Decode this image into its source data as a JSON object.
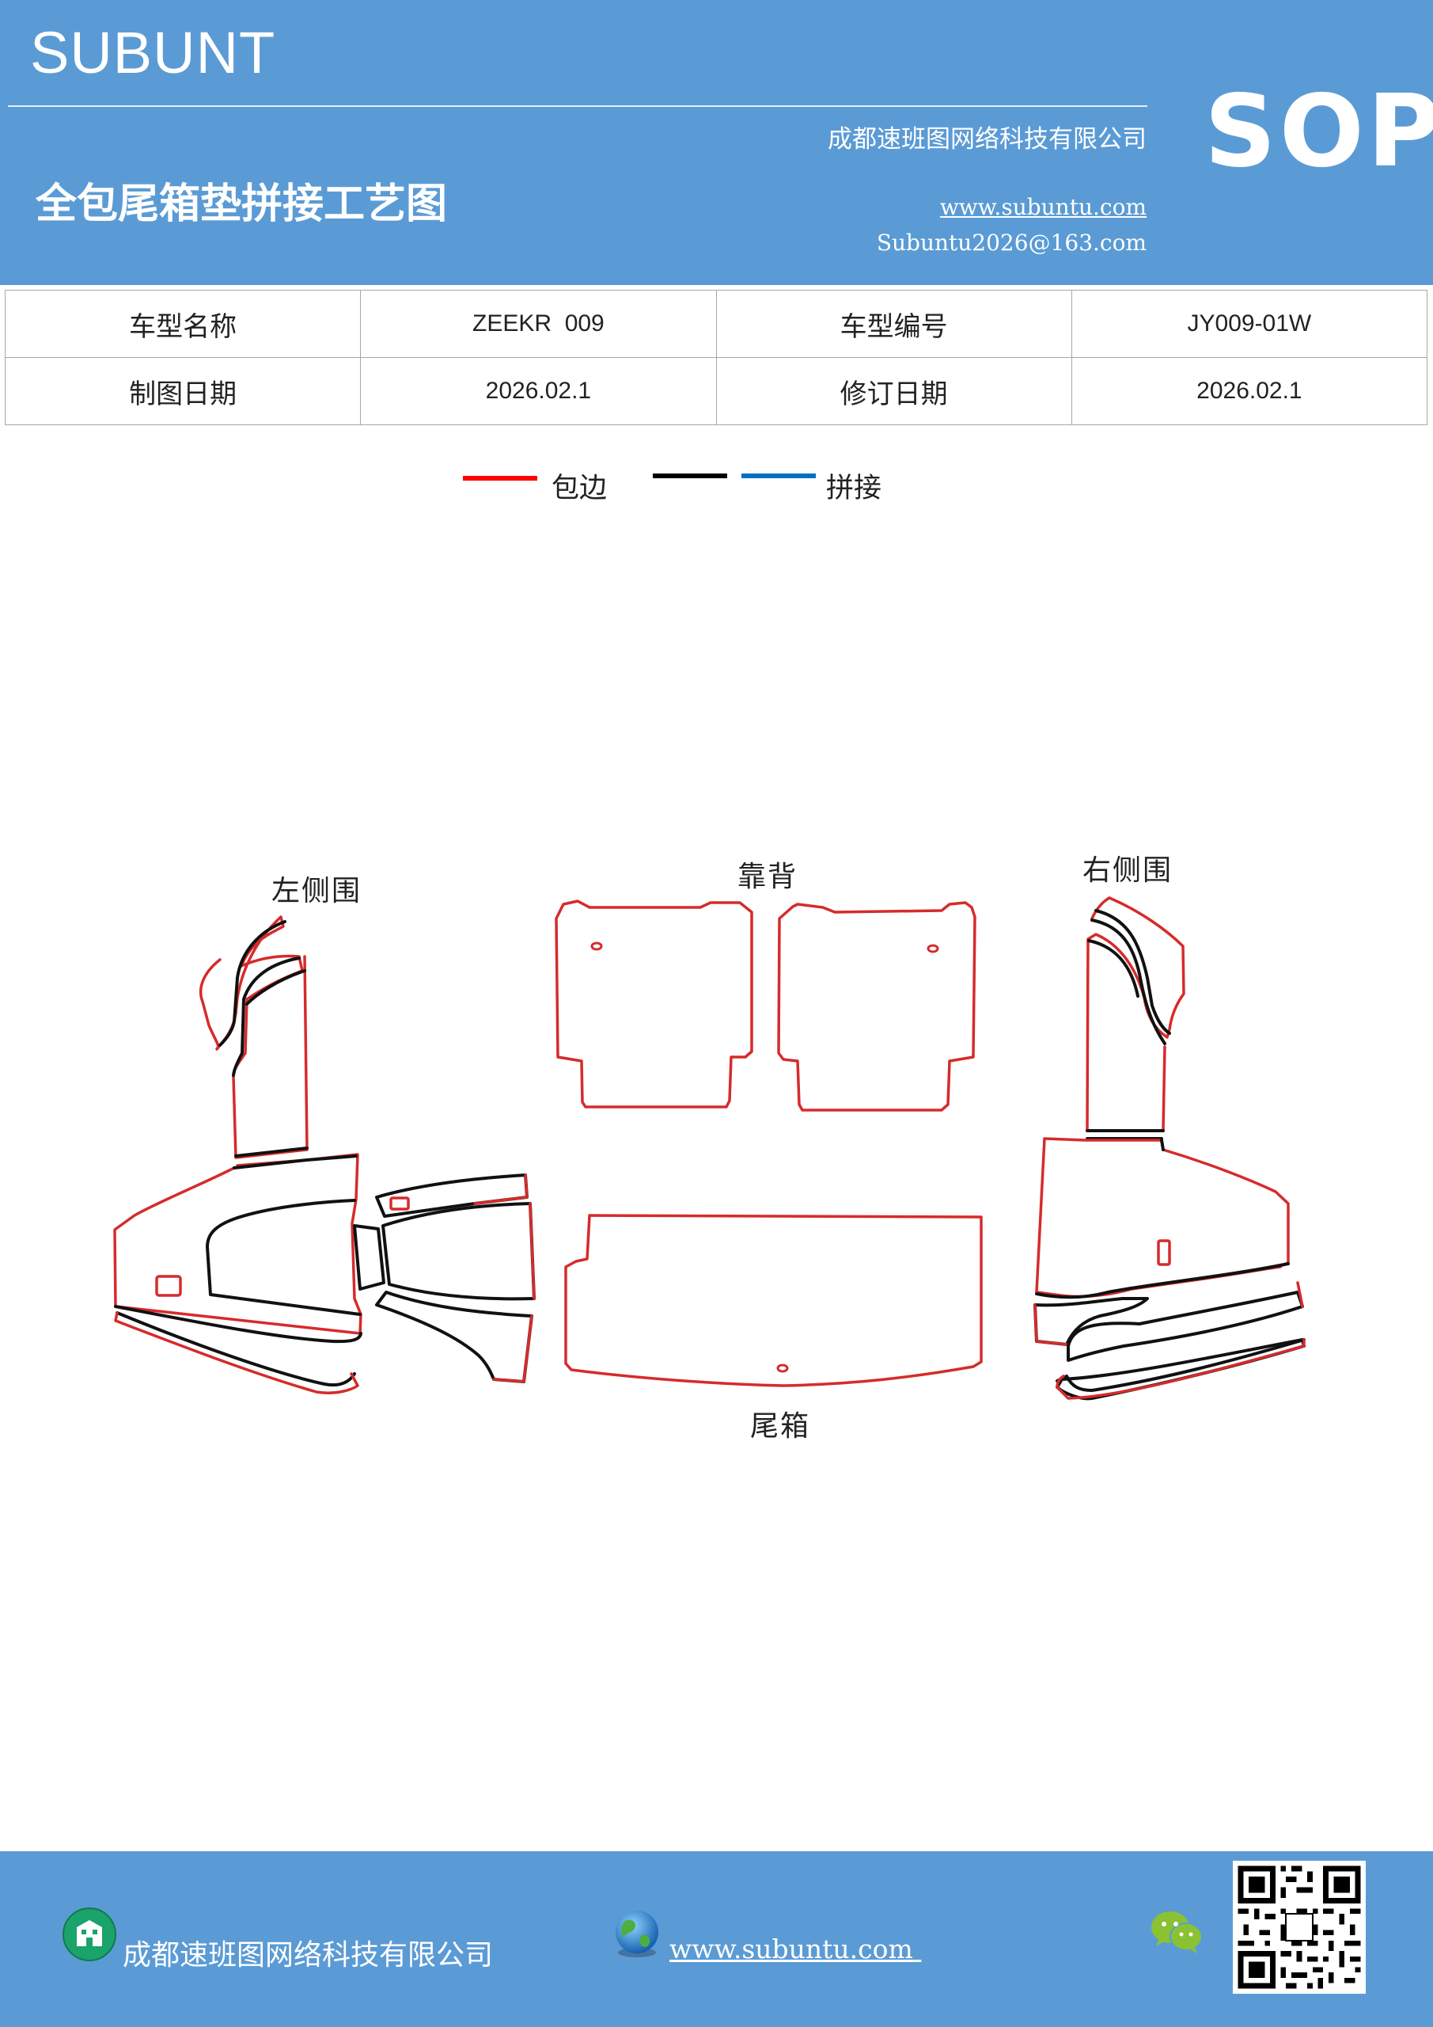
{
  "header": {
    "brand": "SUBUNT",
    "company": "成都速班图网络科技有限公司",
    "title": "全包尾箱垫拼接工艺图",
    "website": "www.subuntu.com",
    "email": "Subuntu2026@163.com",
    "logo_text": "SOP"
  },
  "info": {
    "model_name_label": "车型名称",
    "model_name_value": "ZEEKR  009",
    "model_no_label": "车型编号",
    "model_no_value": "JY009-01W",
    "draw_date_label": "制图日期",
    "draw_date_value": "2026.02.1",
    "revise_date_label": "修订日期",
    "revise_date_value": "2026.02.1"
  },
  "legend": {
    "items": [
      {
        "label": "包边",
        "color": "#ff0000"
      },
      {
        "label": "",
        "color": "#000000"
      },
      {
        "label": "拼接",
        "color": "#0070c0"
      }
    ]
  },
  "diagram": {
    "left_side_label": "左侧围",
    "backrest_label": "靠背",
    "right_side_label": "右侧围",
    "trunk_label": "尾箱",
    "edge_color": "#d62b2b",
    "seam_color": "#111111"
  },
  "footer": {
    "company": "成都速班图网络科技有限公司",
    "website": "www.subuntu.com "
  },
  "icons": [
    "building-icon",
    "globe-icon",
    "wechat-icon",
    "qr-code"
  ]
}
